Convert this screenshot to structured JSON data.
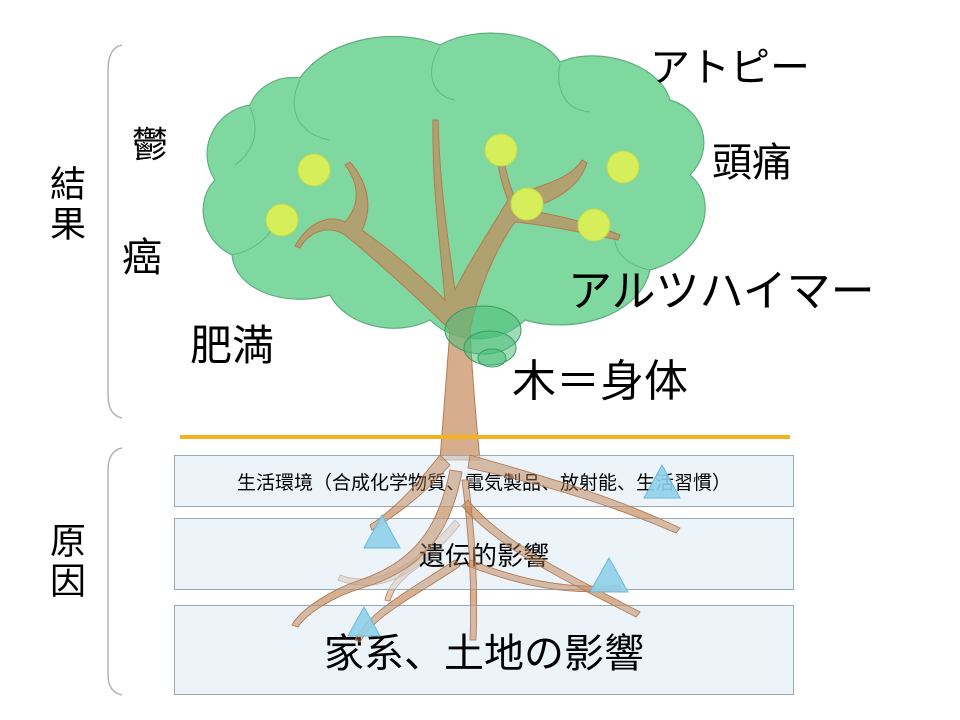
{
  "side_labels": {
    "result": "結果",
    "cause": "原因"
  },
  "results": {
    "utsu": "鬱",
    "gan": "癌",
    "himan": "肥満",
    "atopy": "アトピー",
    "zutsu": "頭痛",
    "alzheimer": "アルツハイマー"
  },
  "tree_label": "木＝身体",
  "causes": [
    "生活環境（合成化学物質、電気製品、放射能、生活習慣）",
    "遺伝的影響",
    "家系、土地の影響"
  ],
  "colors": {
    "foliage": "#7fd8a0",
    "foliage_stroke": "#5fae7e",
    "trunk": "#c48a5c",
    "fruit": "#d6ee5a",
    "ground_line": "#f5b21e",
    "triangle": "#8fd0ea"
  }
}
